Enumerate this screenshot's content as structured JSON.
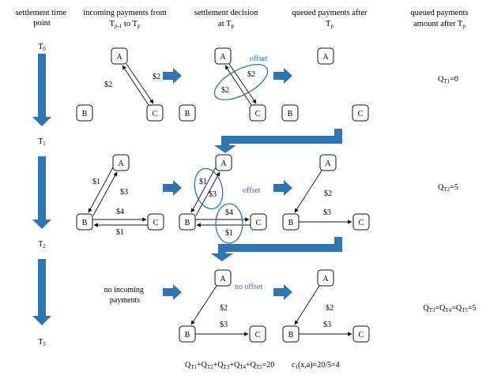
{
  "headers": {
    "col1": [
      "settlement time",
      "point"
    ],
    "col2_line1": "incoming payments from",
    "col2_t": "T",
    "col2_sub1": "p-1",
    "col2_mid": " to T",
    "col2_sub2": "p",
    "col3_line1": "settlement decision",
    "col3_line2": "at T",
    "col3_sub": "p",
    "col4_line1": "queued payments after",
    "col4_line2": "T",
    "col4_sub": "p",
    "col5_line1": "queued payments",
    "col5_line2": "amount after T",
    "col5_sub": "p"
  },
  "timeline": {
    "t0": {
      "base": "T",
      "sub": "0"
    },
    "t1": {
      "base": "T",
      "sub": "1"
    },
    "t2": {
      "base": "T",
      "sub": "2"
    },
    "t5": {
      "base": "T",
      "sub": "5"
    }
  },
  "nodes": {
    "a": "A",
    "b": "B",
    "c": "C"
  },
  "row1": {
    "incoming_ca": "$2",
    "incoming_ac": "$2",
    "decision_label": "offset",
    "decision_top": "$2",
    "decision_bottom": "$2",
    "q": {
      "base": "Q",
      "sub": "T1",
      "rest": "=0"
    }
  },
  "row2": {
    "incoming_ab": "$1",
    "incoming_ba": "$3",
    "incoming_bc": "$4",
    "incoming_cb": "$1",
    "decision_label": "offset",
    "decision_ab": "$1",
    "decision_ba": "$3",
    "decision_bc": "$4",
    "decision_cb": "$1",
    "queued_ab": "$2",
    "queued_bc": "$3",
    "q": {
      "base": "Q",
      "sub": "T2",
      "rest": "=5"
    }
  },
  "row3": {
    "incoming_text": [
      "no incoming",
      "payments"
    ],
    "decision_label": "no offset",
    "decision_ab": "$2",
    "decision_bc": "$3",
    "queued_ab": "$2",
    "queued_bc": "$3",
    "q_parts": [
      {
        "base": "Q",
        "sub": "T3",
        "rest": "=Q"
      },
      {
        "sub": "T4",
        "rest": "=Q"
      },
      {
        "sub": "T5",
        "rest": "=5"
      }
    ]
  },
  "footer": {
    "sum_parts": [
      {
        "base": "Q",
        "sub": "T1",
        "rest": "+Q"
      },
      {
        "sub": "T2",
        "rest": "+Q"
      },
      {
        "sub": "T3",
        "rest": "+Q"
      },
      {
        "sub": "T4",
        "rest": "+Q"
      },
      {
        "sub": "T5",
        "rest": "=20"
      }
    ],
    "cost": {
      "base": "c",
      "sub": "1",
      "rest": "(x,a)=20/5=4"
    }
  },
  "colors": {
    "accent": "#2e75b6",
    "ink": "#111111"
  }
}
